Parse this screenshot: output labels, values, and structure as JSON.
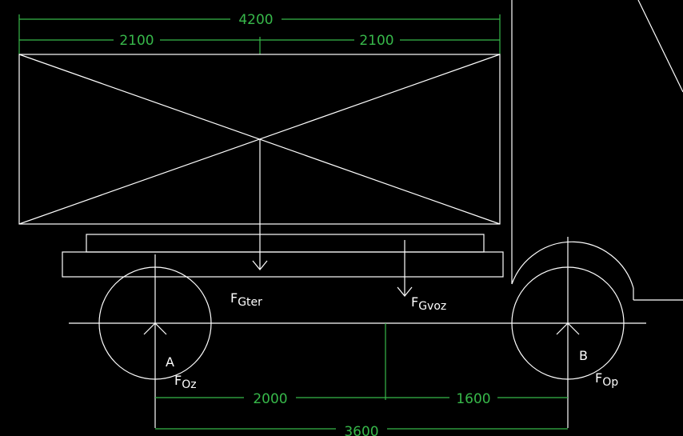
{
  "dimensions": {
    "top_total": "4200",
    "top_left": "2100",
    "top_right": "2100",
    "bottom_left": "2000",
    "bottom_right": "1600",
    "bottom_total": "3600"
  },
  "labels": {
    "point_a": "A",
    "point_b": "B",
    "force_cargo": {
      "main": "F",
      "sub": "Gter"
    },
    "force_trailer": {
      "main": "F",
      "sub": "Gvoz"
    },
    "force_rear": {
      "main": "F",
      "sub": "Oz"
    },
    "force_front": {
      "main": "F",
      "sub": "Op"
    }
  },
  "colors": {
    "background": "#000000",
    "line": "#ffffff",
    "dimension": "#37b84a"
  }
}
